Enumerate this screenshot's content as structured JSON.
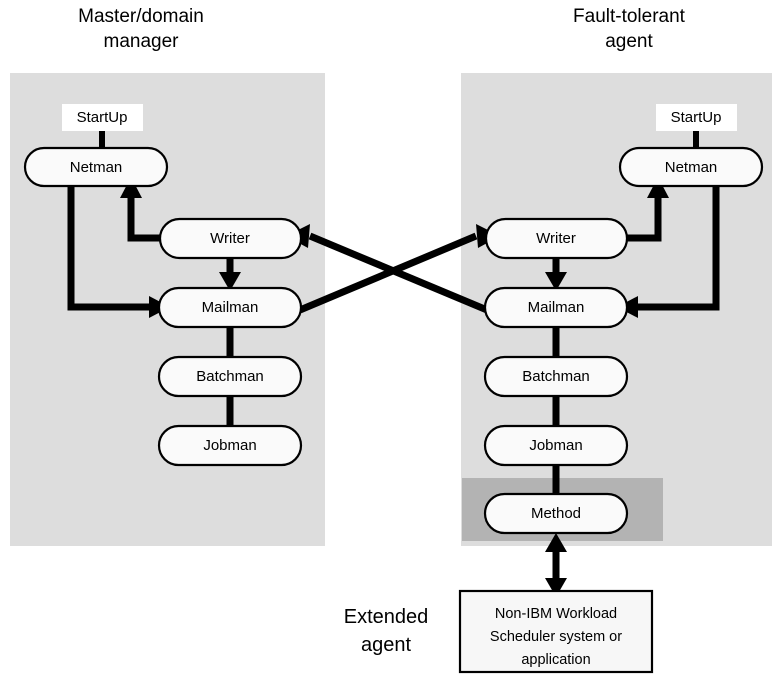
{
  "diagram": {
    "title_left_line1": "Master/domain",
    "title_left_line2": "manager",
    "title_right_line1": "Fault-tolerant",
    "title_right_line2": "agent",
    "extended_line1": "Extended",
    "extended_line2": "agent",
    "colors": {
      "panel_fill": "#dddddd",
      "method_zone_fill": "#b3b3b3",
      "node_fill": "#fafafa",
      "outline": "#000000",
      "page_background": "#ffffff",
      "external_box_fill": "#f7f7f7"
    },
    "master_panel": {
      "startup_label": "StartUp",
      "nodes": [
        {
          "id": "netman",
          "label": "Netman"
        },
        {
          "id": "writer",
          "label": "Writer"
        },
        {
          "id": "mailman",
          "label": "Mailman"
        },
        {
          "id": "batchman",
          "label": "Batchman"
        },
        {
          "id": "jobman",
          "label": "Jobman"
        }
      ]
    },
    "agent_panel": {
      "startup_label": "StartUp",
      "nodes": [
        {
          "id": "netman",
          "label": "Netman"
        },
        {
          "id": "writer",
          "label": "Writer"
        },
        {
          "id": "mailman",
          "label": "Mailman"
        },
        {
          "id": "batchman",
          "label": "Batchman"
        },
        {
          "id": "jobman",
          "label": "Jobman"
        },
        {
          "id": "method",
          "label": "Method"
        }
      ]
    },
    "external_system": {
      "line1": "Non-IBM Workload",
      "line2": "Scheduler system or",
      "line3": "application"
    }
  }
}
